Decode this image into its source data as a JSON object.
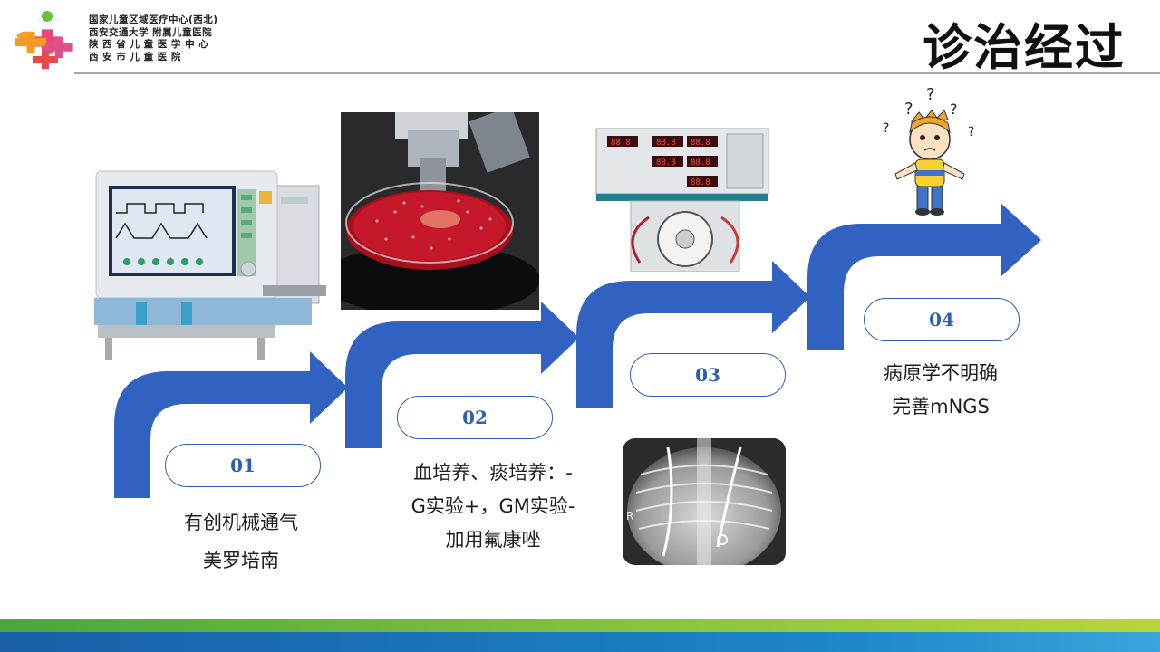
{
  "header": {
    "logo_lines": [
      "国家儿童区域医疗中心(西北)",
      "西安交通大学 附属儿童医院",
      "陕 西 省 儿 童 医 学 中 心",
      "西 安 市 儿 童 医 院"
    ],
    "title": "诊治经过"
  },
  "steps": [
    {
      "num": "01",
      "lines": [
        "有创机械通气",
        "美罗培南"
      ]
    },
    {
      "num": "02",
      "lines": [
        "血培养、痰培养：-",
        "G实验+，GM实验-",
        "加用氟康唑"
      ]
    },
    {
      "num": "03",
      "lines": []
    },
    {
      "num": "04",
      "lines": [
        "病原学不明确",
        "完善mNGS"
      ]
    }
  ],
  "images": {
    "ventilator": "ventilator-image",
    "culture": "petri-dish-microscope-image",
    "ecmo": "ecmo-machine-image",
    "xray": "chest-xray-image",
    "confused": "confused-boy-image"
  },
  "colors": {
    "arrow_blue": "#3162c2",
    "pill_border": "#2e5fb3",
    "footer_green": "#6cb33f",
    "footer_blue": "#1b78bf"
  }
}
